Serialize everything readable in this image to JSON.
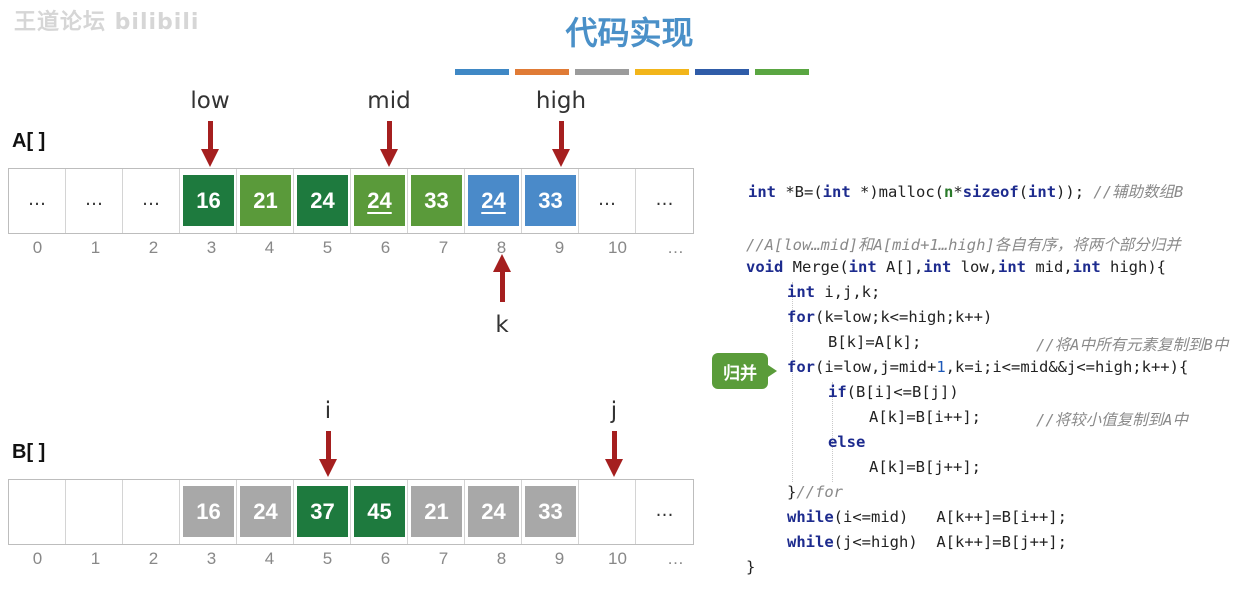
{
  "watermark": "王道论坛 bilibili",
  "title": "代码实现",
  "colorbar": [
    "#3f88c5",
    "#e07b36",
    "#9b9b9b",
    "#f2b51a",
    "#2f5ca8",
    "#5aa642"
  ],
  "colors": {
    "dark_green": "#1e7a3e",
    "light_green": "#5a9a3a",
    "blue": "#4a8ac9",
    "gray": "#a8a8a8",
    "arrow_red": "#a51f1f"
  },
  "arrayA": {
    "name": "A[ ]",
    "cells": [
      {
        "text": "…",
        "style": "empty"
      },
      {
        "text": "…",
        "style": "empty"
      },
      {
        "text": "…",
        "style": "empty"
      },
      {
        "text": "16",
        "style": "dark_green"
      },
      {
        "text": "21",
        "style": "light_green"
      },
      {
        "text": "24",
        "style": "dark_green"
      },
      {
        "text": "24",
        "style": "light_green",
        "underline": true
      },
      {
        "text": "33",
        "style": "light_green"
      },
      {
        "text": "24",
        "style": "blue",
        "underline": true
      },
      {
        "text": "33",
        "style": "blue"
      },
      {
        "text": "…",
        "style": "empty"
      },
      {
        "text": "…",
        "style": "empty"
      }
    ],
    "indices": [
      "0",
      "1",
      "2",
      "3",
      "4",
      "5",
      "6",
      "7",
      "8",
      "9",
      "10",
      "…"
    ]
  },
  "arrayB": {
    "name": "B[ ]",
    "cells": [
      {
        "text": "",
        "style": "empty"
      },
      {
        "text": "",
        "style": "empty"
      },
      {
        "text": "",
        "style": "empty"
      },
      {
        "text": "16",
        "style": "gray"
      },
      {
        "text": "24",
        "style": "gray"
      },
      {
        "text": "37",
        "style": "dark_green"
      },
      {
        "text": "45",
        "style": "dark_green"
      },
      {
        "text": "21",
        "style": "gray"
      },
      {
        "text": "24",
        "style": "gray"
      },
      {
        "text": "33",
        "style": "gray"
      },
      {
        "text": "",
        "style": "empty"
      },
      {
        "text": "…",
        "style": "empty"
      }
    ],
    "indices": [
      "0",
      "1",
      "2",
      "3",
      "4",
      "5",
      "6",
      "7",
      "8",
      "9",
      "10",
      "…"
    ]
  },
  "pointers": {
    "low": "low",
    "mid": "mid",
    "high": "high",
    "k": "k",
    "i": "i",
    "j": "j"
  },
  "badge": "归并",
  "code": {
    "alloc": [
      "int",
      " *B=(",
      "int",
      " *)malloc(",
      "n",
      "*",
      "sizeof",
      "(",
      "int",
      ")); ",
      "//辅助数组B"
    ],
    "comment1": "//A[low…mid]和A[mid+1…high]各自有序，将两个部分归并",
    "l1a": "void",
    "l1b": " Merge(",
    "l1c": "int",
    "l1d": " A[],",
    "l1e": "int",
    "l1f": " low,",
    "l1g": "int",
    "l1h": " mid,",
    "l1i": "int",
    "l1j": " high){",
    "l2a": "int",
    "l2b": " i,j,k;",
    "l3a": "for",
    "l3b": "(k=low;k<=high;k++)",
    "l4a": "B[k]=A[k];",
    "l4b": "//将A中所有元素复制到B中",
    "l5a": "for",
    "l5b": "(i=low,j=mid+",
    "l5c": "1",
    "l5d": ",k=i;i<=mid&&j<=high;k++){",
    "l6a": "if",
    "l6b": "(B[i]<=B[j])",
    "l7a": "A[k]=B[i++];",
    "l7b": "//将较小值复制到A中",
    "l8a": "else",
    "l9a": "A[k]=B[j++];",
    "l10a": "}",
    "l10b": "//for",
    "l11a": "while",
    "l11b": "(i<=mid)   A[k++]=B[i++];",
    "l12a": "while",
    "l12b": "(j<=high)  A[k++]=B[j++];",
    "l13a": "}"
  }
}
